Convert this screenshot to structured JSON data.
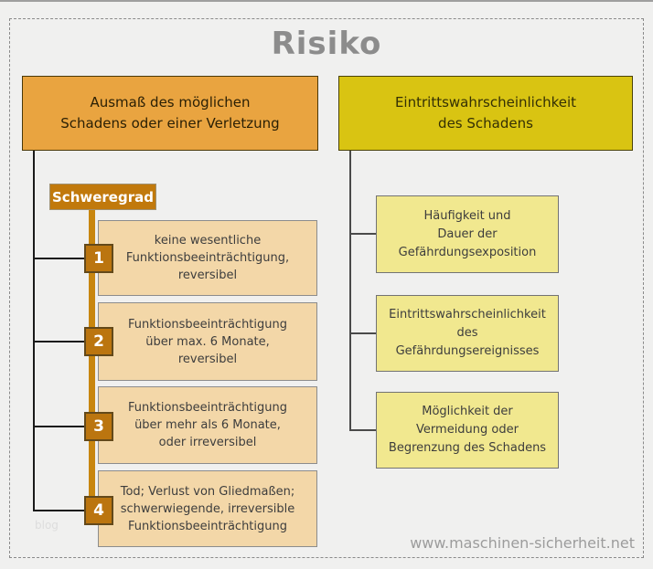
{
  "title": "Risiko",
  "colors": {
    "orange_header": "#E9A440",
    "gold_header": "#D9C412",
    "tan_box": "#F3D7A8",
    "pale_yellow_box": "#F1E88F",
    "severity_accent": "#C1790C",
    "badge_fill": "#BB750F",
    "title_gray": "#8C8C8C"
  },
  "left_column": {
    "header": "Ausmaß des möglichen\nSchadens oder einer Verletzung",
    "label": "Schweregrad",
    "items": [
      {
        "number": "1",
        "text": "keine wesentliche\nFunktionsbeeinträchtigung,\nreversibel"
      },
      {
        "number": "2",
        "text": "Funktionsbeeinträchtigung\nüber max. 6 Monate,\nreversibel"
      },
      {
        "number": "3",
        "text": "Funktionsbeeinträchtigung\nüber mehr als 6 Monate,\noder irreversibel"
      },
      {
        "number": "4",
        "text": "Tod; Verlust von Gliedmaßen;\nschwerwiegende, irreversible\nFunktionsbeeinträchtigung"
      }
    ]
  },
  "right_column": {
    "header": "Eintrittswahrscheinlichkeit\ndes Schadens",
    "items": [
      {
        "text": "Häufigkeit und\nDauer der\nGefährdungsexposition"
      },
      {
        "text": "Eintrittswahrscheinlichkeit\ndes\nGefährdungsereignisses"
      },
      {
        "text": "Möglichkeit der\nVermeidung oder\nBegrenzung des Schadens"
      }
    ]
  },
  "footer": {
    "watermark": "blog",
    "website": "www.maschinen-sicherheit.net"
  }
}
